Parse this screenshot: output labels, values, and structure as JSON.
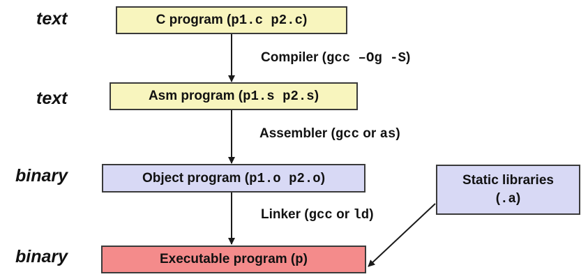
{
  "colors": {
    "source_fill": "#f8f5be",
    "object_fill": "#d8d9f5",
    "executable_fill": "#f48b8b",
    "border": "#3a3a3a",
    "arrow": "#1a1a1a"
  },
  "side_labels": {
    "source": "text",
    "asm": "text",
    "object": "binary",
    "executable": "binary"
  },
  "boxes": {
    "c_program": {
      "prefix": "C program (",
      "code": "p1.c p2.c",
      "suffix": ")"
    },
    "asm_program": {
      "prefix": "Asm program (",
      "code": "p1.s p2.s",
      "suffix": ")"
    },
    "object_program": {
      "prefix": "Object program (",
      "code": "p1.o p2.o",
      "suffix": ")"
    },
    "static_libraries": {
      "line1": "Static libraries",
      "line2": ".a",
      "line2_prefix": "(",
      "line2_suffix": ")"
    },
    "executable_program": {
      "prefix": "Executable program (",
      "code": "p",
      "suffix": ")"
    }
  },
  "steps": {
    "compiler": {
      "prefix": "Compiler (",
      "code": "gcc –Og -S",
      "suffix": ")"
    },
    "assembler": {
      "prefix": "Assembler (",
      "code1": "gcc",
      "middle": " or ",
      "code2": "as",
      "suffix": ")"
    },
    "linker": {
      "prefix": "Linker (",
      "code1": "gcc",
      "middle": " or ",
      "code2": "ld",
      "suffix": ")"
    }
  }
}
